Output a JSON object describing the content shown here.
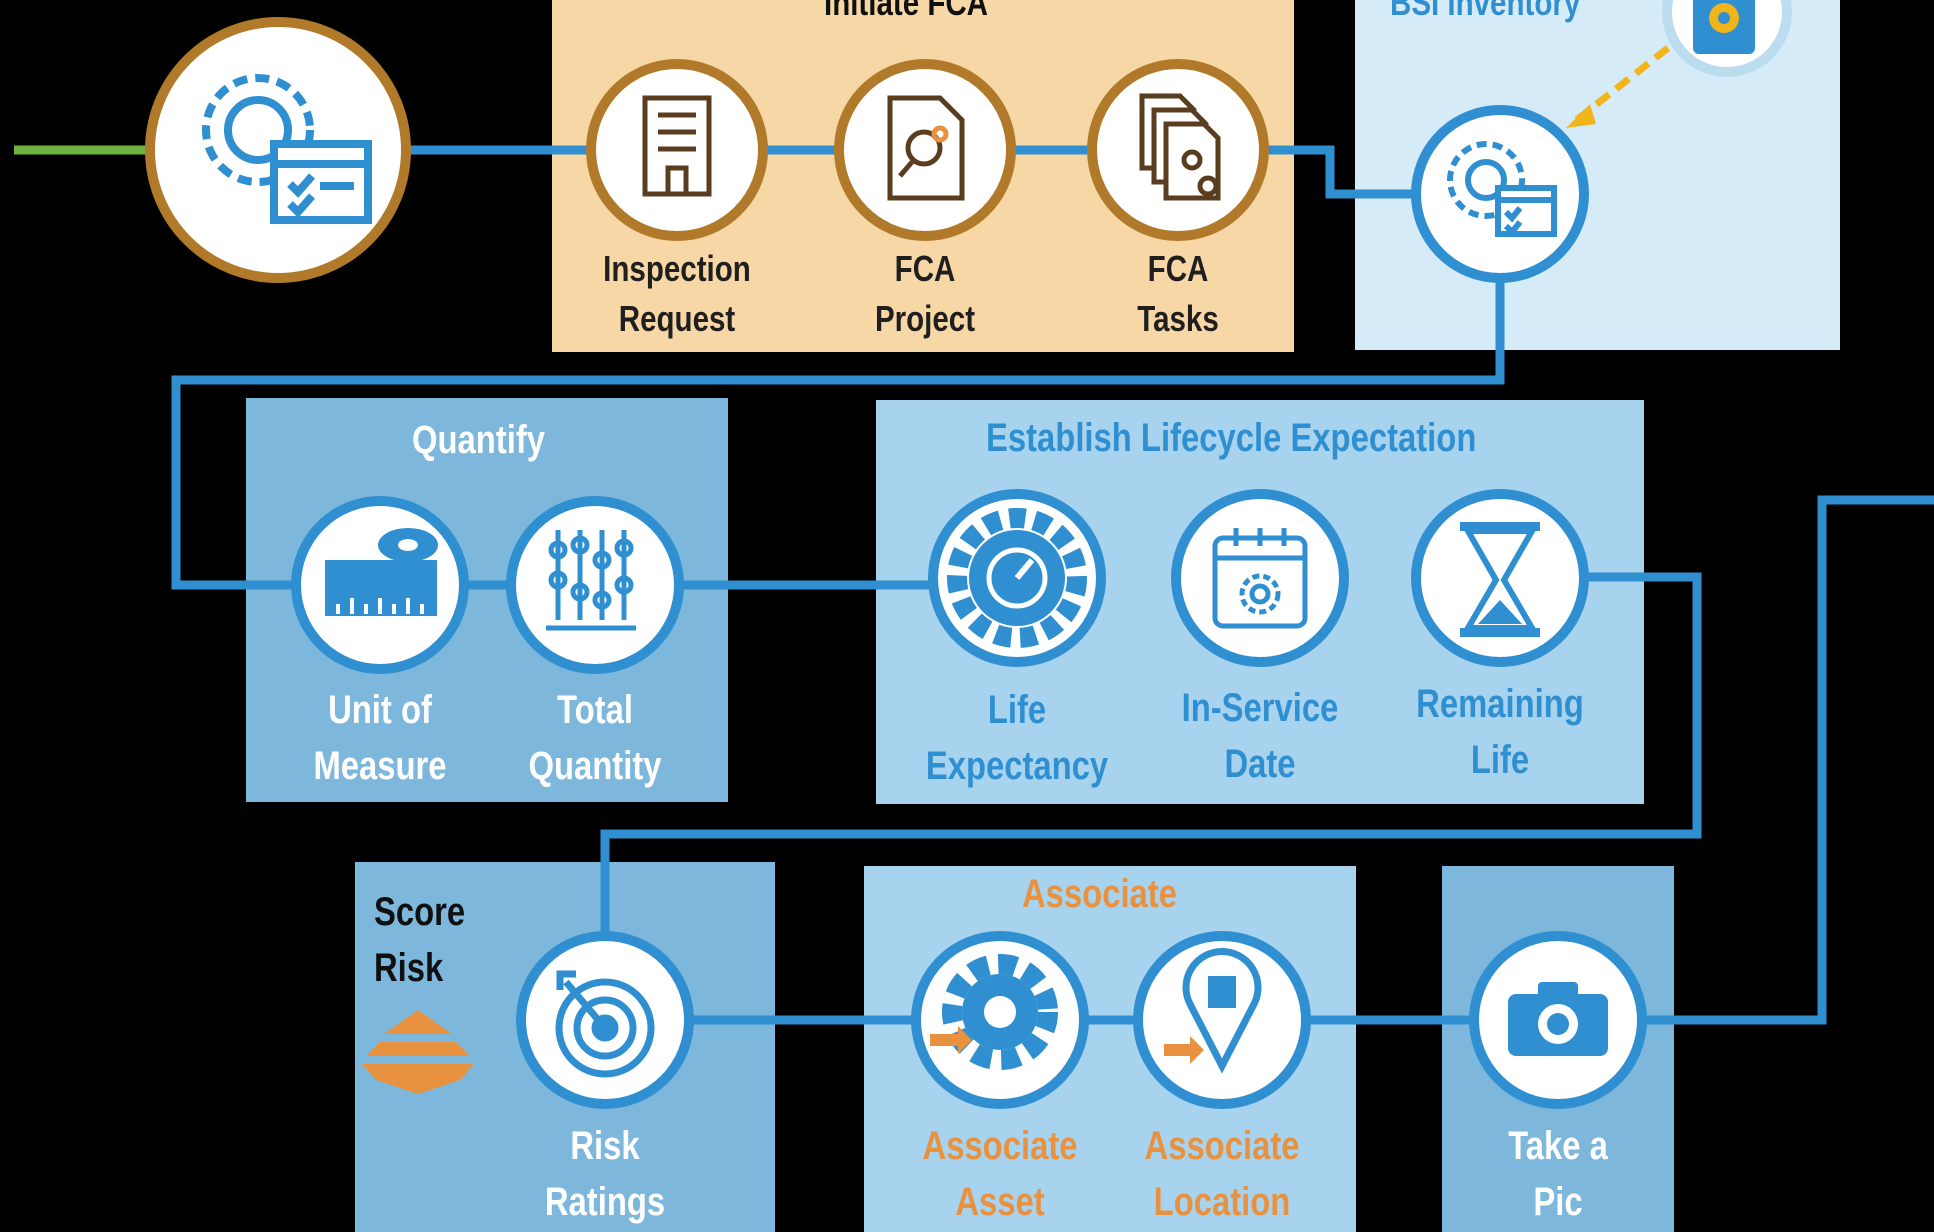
{
  "colors": {
    "background": "#000000",
    "line_blue": "#2f8fd0",
    "line_green": "#6db33f",
    "ring_brown": "#b07a2a",
    "panel_tan": "#f8d7a6",
    "panel_light": "#d6ebf8",
    "panel_mid": "#7db8dc",
    "panel_sky": "#a7d3ef",
    "accent_orange": "#e8913f",
    "accent_yellow": "#f1b51c"
  },
  "start": {
    "icon": "gear-checklist-icon"
  },
  "initiate": {
    "title": "Initiate FCA",
    "items": [
      {
        "line1": "Inspection",
        "line2": "Request",
        "icon": "building-icon"
      },
      {
        "line1": "FCA",
        "line2": "Project",
        "icon": "document-search-icon"
      },
      {
        "line1": "FCA",
        "line2": "Tasks",
        "icon": "stacked-documents-icon"
      }
    ]
  },
  "inventory": {
    "title": "BSI Inventory",
    "source_icon": "app-gear-icon",
    "node_icon": "gear-checklist-icon"
  },
  "quantify": {
    "title": "Quantify",
    "items": [
      {
        "line1": "Unit of",
        "line2": "Measure",
        "icon": "tape-measure-icon"
      },
      {
        "line1": "Total",
        "line2": "Quantity",
        "icon": "abacus-icon"
      }
    ]
  },
  "lifecycle": {
    "title": "Establish Lifecycle Expectation",
    "items": [
      {
        "line1": "Life",
        "line2": "Expectancy",
        "icon": "gauge-gear-icon"
      },
      {
        "line1": "In-Service",
        "line2": "Date",
        "icon": "calendar-gear-icon"
      },
      {
        "line1": "Remaining",
        "line2": "Life",
        "icon": "hourglass-icon"
      }
    ]
  },
  "risk": {
    "title_line1": "Score",
    "title_line2": "Risk",
    "badge_icon": "pyramid-icon",
    "items": [
      {
        "line1": "Risk",
        "line2": "Ratings",
        "icon": "target-icon"
      }
    ]
  },
  "associate": {
    "title": "Associate",
    "items": [
      {
        "line1": "Associate",
        "line2": "Asset",
        "icon": "gear-swap-icon"
      },
      {
        "line1": "Associate",
        "line2": "Location",
        "icon": "location-pin-icon"
      }
    ]
  },
  "photo": {
    "items": [
      {
        "line1": "Take a",
        "line2": "Pic",
        "icon": "camera-icon"
      }
    ]
  }
}
